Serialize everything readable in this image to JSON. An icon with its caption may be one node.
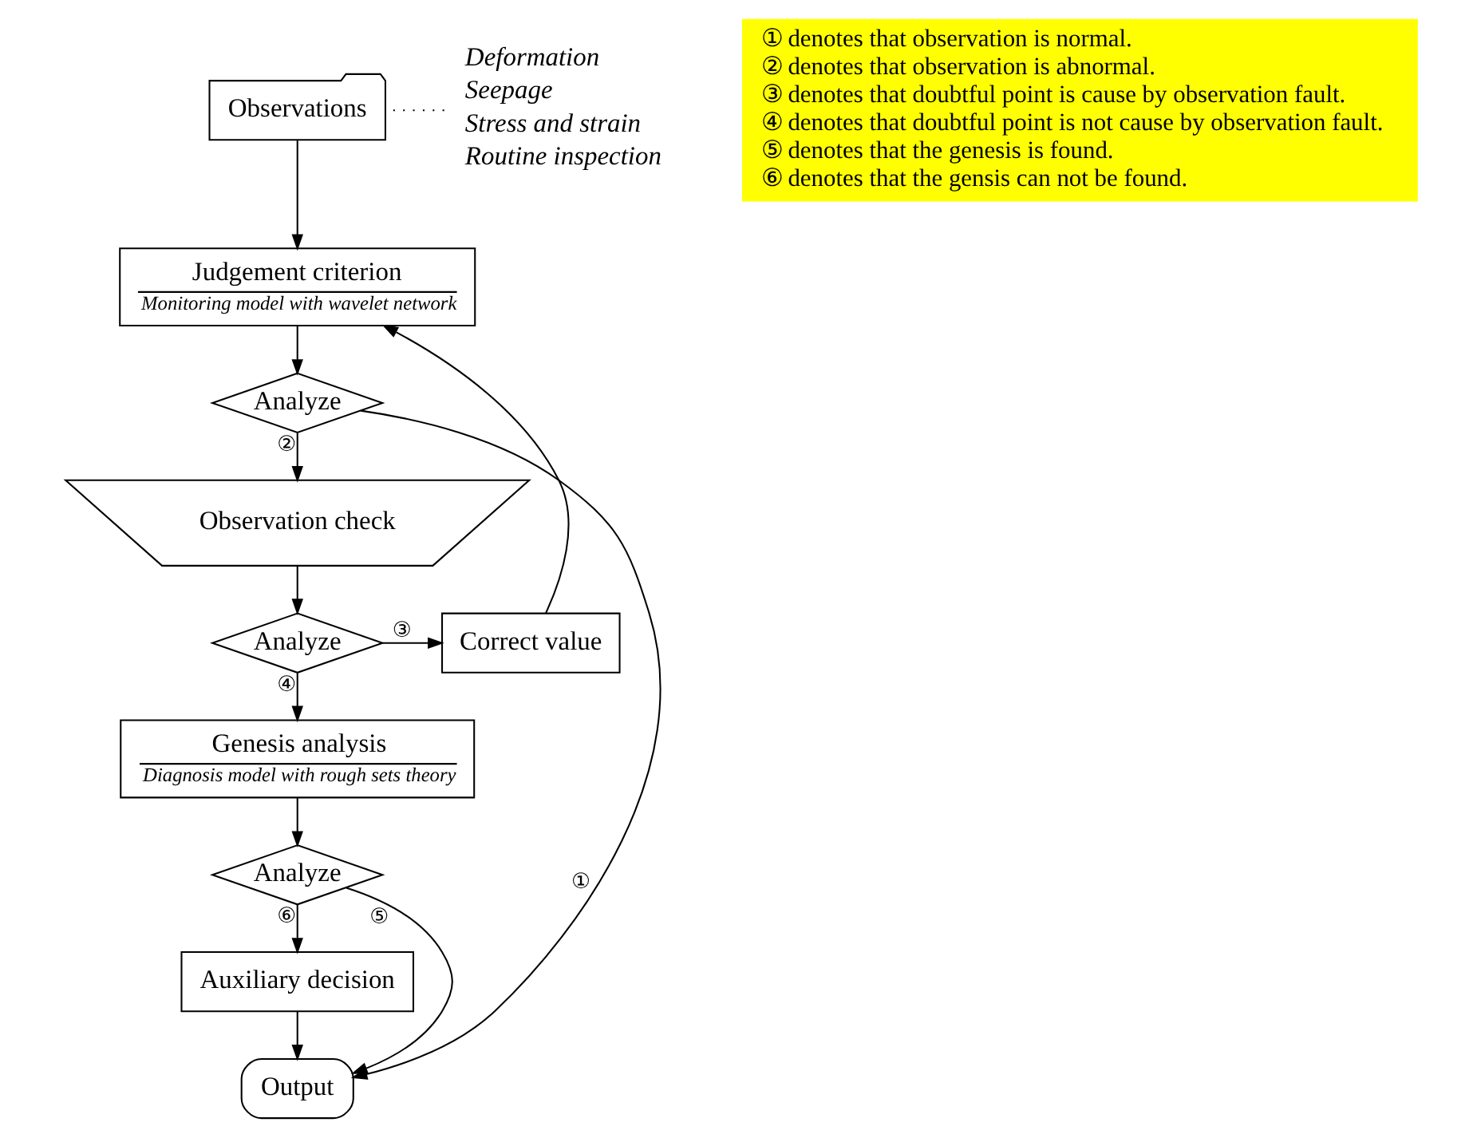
{
  "diagram": {
    "nodes": [
      {
        "text": [
          "Observations"
        ]
      },
      {
        "text": [
          "Deformation",
          "Seepage",
          "Stress and strain",
          "Routine inspection"
        ]
      },
      {
        "text": [
          "Judgement criterion",
          "Monitoring model with wavelet network"
        ]
      },
      {
        "text": [
          "Analyze"
        ]
      },
      {
        "text": [
          "Observation check"
        ]
      },
      {
        "text": [
          "Analyze"
        ]
      },
      {
        "text": [
          "Correct value"
        ]
      },
      {
        "text": [
          "Genesis analysis",
          "Diagnosis model with rough sets theory"
        ]
      },
      {
        "text": [
          "Analyze"
        ]
      },
      {
        "text": [
          "Auxiliary decision"
        ]
      },
      {
        "text": [
          "Output"
        ]
      },
      {
        "text": [
          "① denotes that observation is normal.",
          "② denotes that observation is abnormal.",
          "③ denotes that doubtful point is cause by observation fault.",
          "④ denotes that doubtful point is not cause by observation fault.",
          "⑤ denotes that the genesis is found.",
          "⑥ denotes that the gensis can not be found."
        ]
      }
    ],
    "edges": [
      {
        "from": 1,
        "to": 0,
        "arrow": "none",
        "style": "dashed"
      },
      {
        "from": 0,
        "to": 2,
        "arrow": "to"
      },
      {
        "from": 2,
        "to": 3,
        "arrow": "to"
      },
      {
        "from": 3,
        "to": 10,
        "arrow": "to",
        "label": "①"
      },
      {
        "from": 3,
        "to": 4,
        "arrow": "to",
        "label": "②"
      },
      {
        "from": 4,
        "to": 5,
        "arrow": "to"
      },
      {
        "from": 5,
        "to": 6,
        "arrow": "to",
        "label": "③"
      },
      {
        "from": 6,
        "to": 2,
        "arrow": "to"
      },
      {
        "from": 5,
        "to": 7,
        "arrow": "to",
        "label": "④"
      },
      {
        "from": 7,
        "to": 8,
        "arrow": "to"
      },
      {
        "from": 8,
        "to": 10,
        "arrow": "to",
        "label": "⑤"
      },
      {
        "from": 8,
        "to": 9,
        "arrow": "to",
        "label": "⑥"
      },
      {
        "from": 9,
        "to": 10,
        "arrow": "to"
      }
    ]
  }
}
